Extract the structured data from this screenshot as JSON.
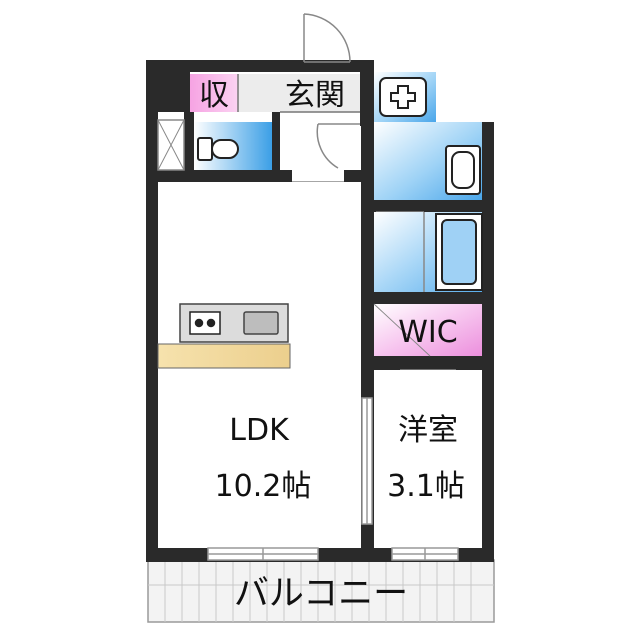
{
  "labels": {
    "storage": "収",
    "entrance": "玄関",
    "wic": "WIC",
    "ldk": "LDK",
    "ldk_size": "10.2帖",
    "western_room": "洋室",
    "western_room_size": "3.1帖",
    "balcony": "バルコニー"
  },
  "colors": {
    "wall": "#2a2a2a",
    "wet_area": "#6db8ee",
    "wic": "#f2a8e6",
    "counter": "#f0d596",
    "entrance_floor": "#eeeeee",
    "balcony_floor": "#f2f2f2",
    "kitchen": "#dcdcdc"
  },
  "icons": [
    "washbasin-icon",
    "toilet-icon",
    "washing-machine-pan-icon",
    "bathtub-icon",
    "stove-icon",
    "sink-icon"
  ]
}
